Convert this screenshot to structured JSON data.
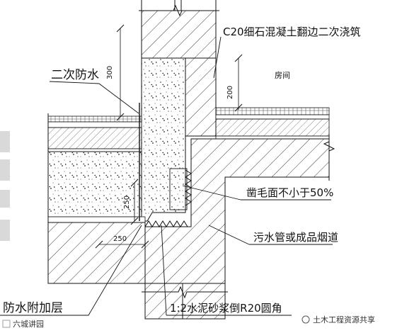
{
  "labels": {
    "c20_note": "C20细石混凝土翻边二次浇筑",
    "room": "房间",
    "secondary_waterproof": "二次防水",
    "roughen_surface": "凿毛面不小于50%",
    "sewage_pipe": "污水管或成品烟道",
    "waterproof_layer": "防水附加层",
    "cement_mortar": "1:2水泥砂浆倒R20圆角"
  },
  "dimensions": {
    "d300": "300",
    "d200": "200",
    "d250_vertical": "250",
    "d250_horizontal": "250"
  },
  "watermark": {
    "right": "土木工程资源共享",
    "left": "六城讲园"
  },
  "colors": {
    "line": "#1a1a1a",
    "text": "#111111"
  }
}
